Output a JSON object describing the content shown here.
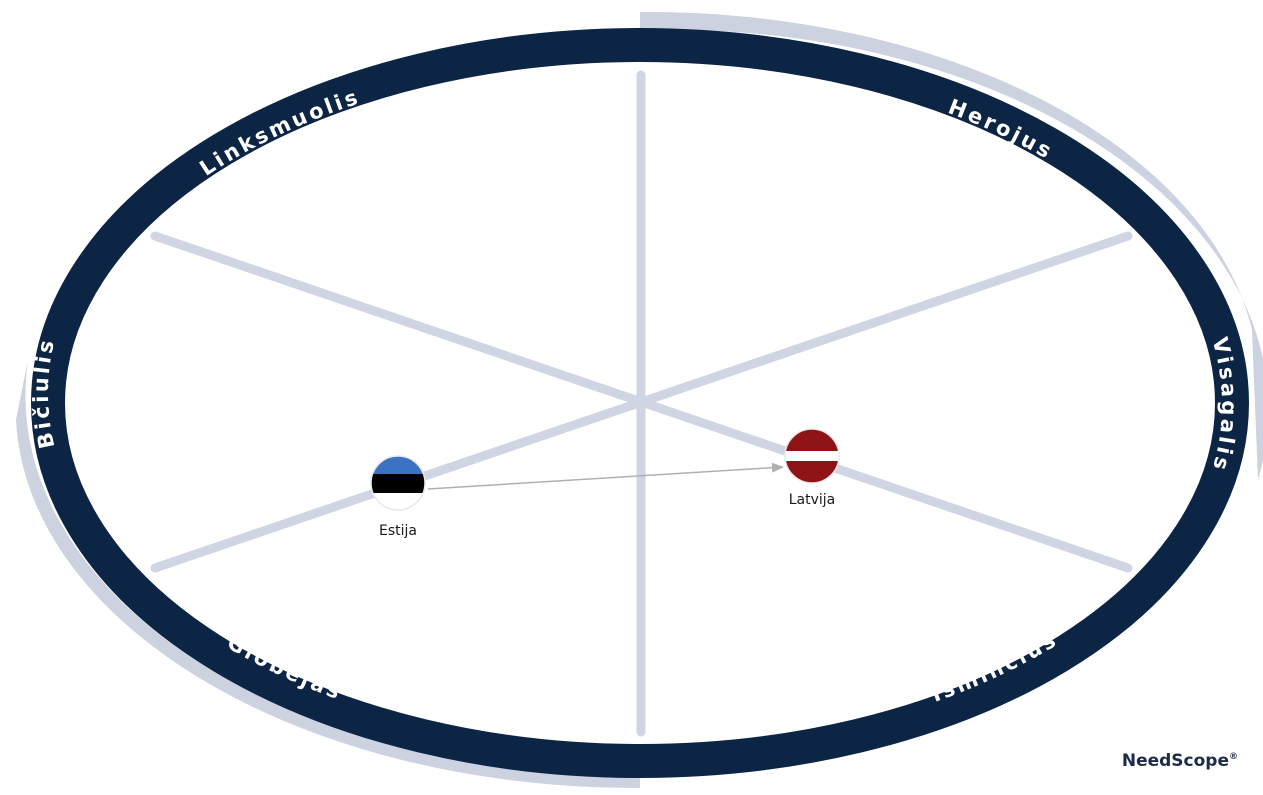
{
  "ring_labels": {
    "top_left": "Linksmuolis",
    "top_right": "Herojus",
    "left": "Bičiulis",
    "right": "Visagalis",
    "bottom_left": "Globėjas",
    "bottom_right": "Išminčius"
  },
  "markers": [
    {
      "label": "Estija",
      "icon": "estonia-flag-icon",
      "colors": [
        "#3b72c4",
        "#000000",
        "#ffffff"
      ]
    },
    {
      "label": "Latvija",
      "icon": "latvia-flag-icon",
      "colors": [
        "#8e1418",
        "#ffffff",
        "#8e1418"
      ]
    }
  ],
  "logo": {
    "text": "NeedScope",
    "mark": "®"
  },
  "colors": {
    "ring": "#0d2545",
    "shadow": "#ccd2e0",
    "spokes": "#cfd5e2",
    "arrow": "#b0b0b0"
  }
}
